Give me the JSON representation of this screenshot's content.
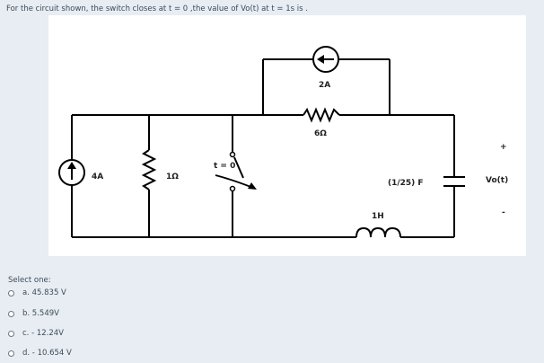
{
  "question": {
    "text": "For the circuit shown, the switch closes at t = 0 ,the value of Vo(t) at t = 1s is ."
  },
  "circuit": {
    "source_4a_label": "4A",
    "source_2a_label": "2A",
    "resistor_1_label": "1Ω",
    "resistor_6_label": "6Ω",
    "switch_label": "t = 0",
    "capacitor_label": "(1/25) F",
    "inductor_label": "1H",
    "output_label": "Vo(t)",
    "plus_sign": "+",
    "minus_sign": "-"
  },
  "answers": {
    "prompt": "Select one:",
    "options": [
      {
        "label": "a. 45.835 V"
      },
      {
        "label": "b. 5.549V"
      },
      {
        "label": "c. - 12.24V"
      },
      {
        "label": "d. - 10.654 V"
      }
    ]
  }
}
